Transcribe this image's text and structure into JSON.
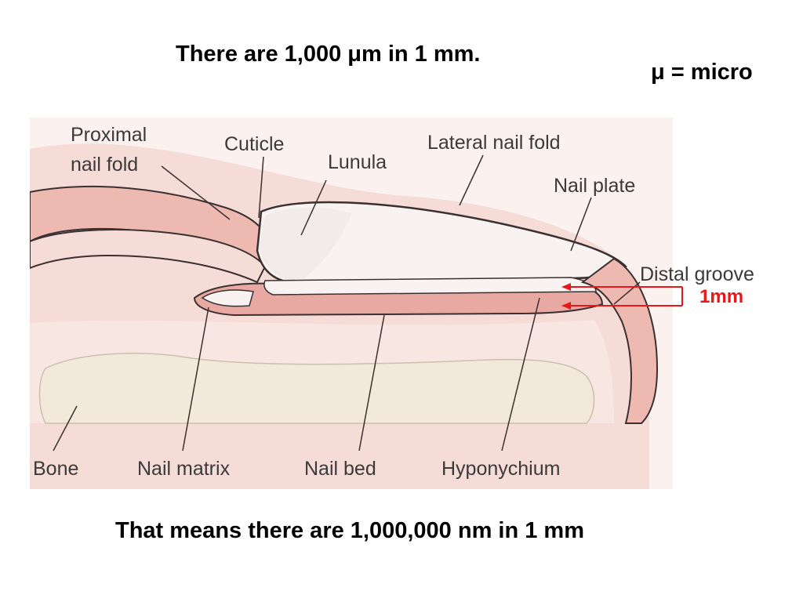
{
  "slide": {
    "top_heading": "There are 1,000 μm in 1 mm.",
    "micro_note": "μ = micro",
    "bottom_heading": "That means there are 1,000,000 nm in 1 mm"
  },
  "figure": {
    "labels": {
      "proximal_line1": "Proximal",
      "proximal_line2": "nail fold",
      "cuticle": "Cuticle",
      "lunula": "Lunula",
      "lateral_nail_fold": "Lateral nail fold",
      "nail_plate": "Nail plate",
      "distal_groove": "Distal groove",
      "bone": "Bone",
      "nail_matrix": "Nail matrix",
      "nail_bed": "Nail bed",
      "hyponychium": "Hyponychium"
    },
    "measure_label": "1mm",
    "colors": {
      "skin_pink": "#f2c9c4",
      "dermis_pink": "#e7a9a1",
      "bone_beige": "#f3e9da",
      "nail_white": "#f8f3f1",
      "outline": "#3a3032",
      "annotation_red": "#e8171a"
    }
  }
}
